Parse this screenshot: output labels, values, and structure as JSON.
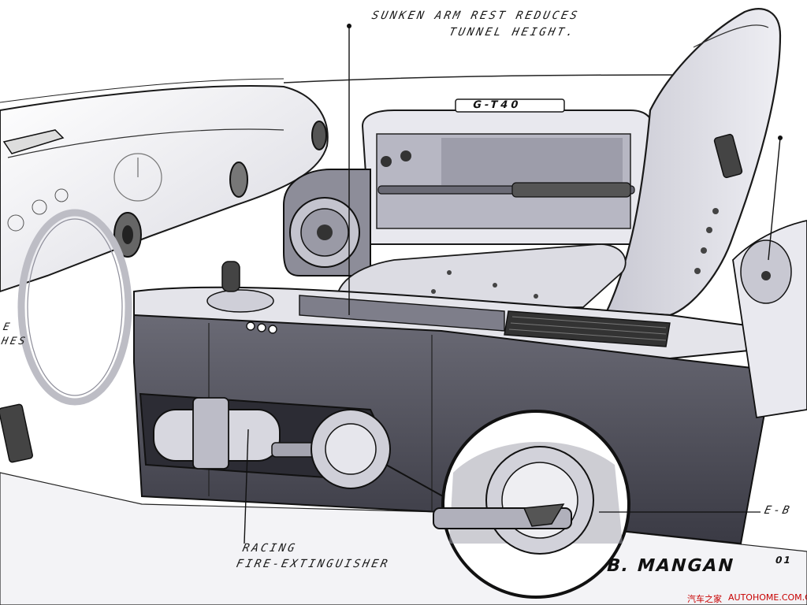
{
  "annotations": {
    "armrest_line1": "SUNKEN ARM REST REDUCES",
    "armrest_line2": "TUNNEL HEIGHT.",
    "extinguisher_line1": "RACING",
    "extinguisher_line2": "FIRE-EXTINGUISHER",
    "left_cropped_1": "E",
    "left_cropped_2": "HES",
    "right_cropped": "E-B"
  },
  "badge": "G-T40",
  "signature": {
    "name": "B. MANGAN",
    "year": "01"
  },
  "watermark": {
    "cn": "汽车之家",
    "latin": "AUTOHOME.COM.CN"
  },
  "colors": {
    "ink": "#1a1a1a",
    "marker_light": "#d8d8e0",
    "marker_mid": "#8e8e9a",
    "marker_dark": "#4a4a55",
    "watermark": "#c80000"
  }
}
